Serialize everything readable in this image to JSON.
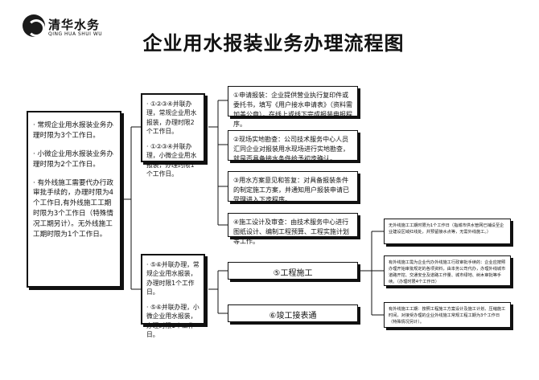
{
  "logo": {
    "name_cn": "清华水务",
    "name_en": "QING HUA SHUI WU"
  },
  "title": "企业用水报装业务办理流程图",
  "left_box": {
    "items": [
      "· 常规企业用水报装业务办理时限为3个工作日。",
      "· 小微企业用水报装业务办理时限为2个工作日。",
      "· 有外线施工需要代办行政审批手续的，办理时限为4个工作日,有外线施工工期时限为3个工作日（特殊情况工期另计）。无外线施工工期时限为1个工作日。"
    ]
  },
  "mid_group_1": {
    "items": [
      "· ①②③④并联办理，常规企业用水报装，办理时限2个工作日。",
      "· ①②③④并联办理，小微企业用水报装，办理时限1个工作日。"
    ]
  },
  "mid_group_2": {
    "items": [
      "· ⑤⑥并联办理，常规企业用水报装，办理时限1个工作日。",
      "· ⑤⑥并联办理，小微企业用水报装，办理时限1个工作日。"
    ]
  },
  "steps": [
    "①申请报装：企业提供营业执行复印件或委托书，填写《用户接水申请表》（资料需加盖公章），在线上或线下完成报装申报程序。",
    "②现场实地勘查：公司技术服务中心人员汇同企业对报装用水现场进行实地勘查，就是否具备接水条件给予初步确认。",
    "③用水方案意见和答复：对具备报装条件的制定施工方案，并通知用户报装申请已受理进入下步程序。",
    "④施工设计及审查：由技术服务中心进行图纸设计、编制工程预算、工程实施计划等工作。",
    "⑤工程施工",
    "⑥竣工接表通"
  ],
  "notes": [
    "无外线施工工期时限为1个工作日（指城市供水管网已铺设至企业建设区域红线处，并预留接水点等，无需外线施工。）",
    "有外线施工需为企业代办外线施工行政审批手续的：企业应按照办理开始审批规定的各项资料，由本务公司代办，办理外线城市道路开挖、交通安全及道路工作量、城市绿地、树木审批等手续。（办理时限4个工作日）",
    "有外线施工工期：按照工程施工方案设计及施工计划、压缩施工时间，对接受办理的企业外线施工常规工程工期为3个工作日（特殊情况另计）。"
  ]
}
